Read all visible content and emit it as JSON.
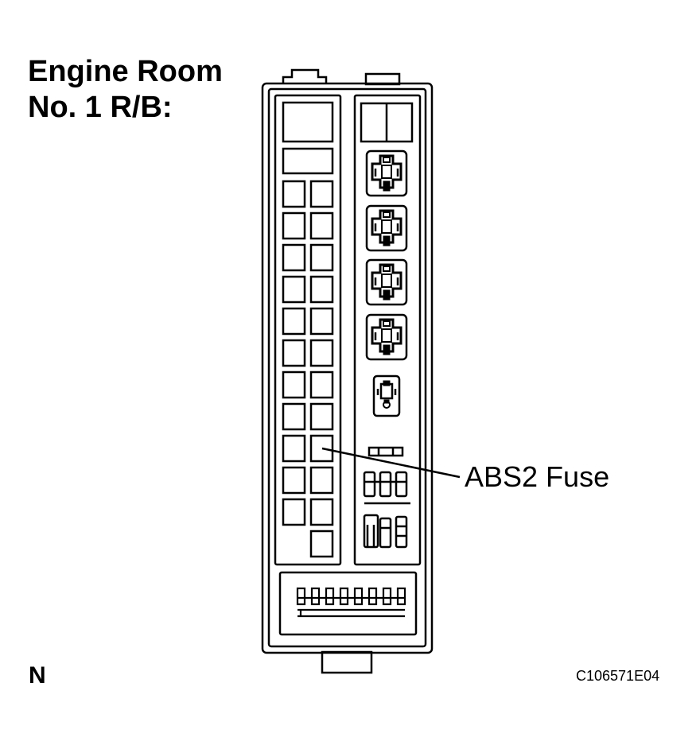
{
  "title_line1": "Engine Room",
  "title_line2": "No. 1 R/B:",
  "callout_label": "ABS2 Fuse",
  "orientation_mark": "N",
  "figure_code": "C106571E04"
}
